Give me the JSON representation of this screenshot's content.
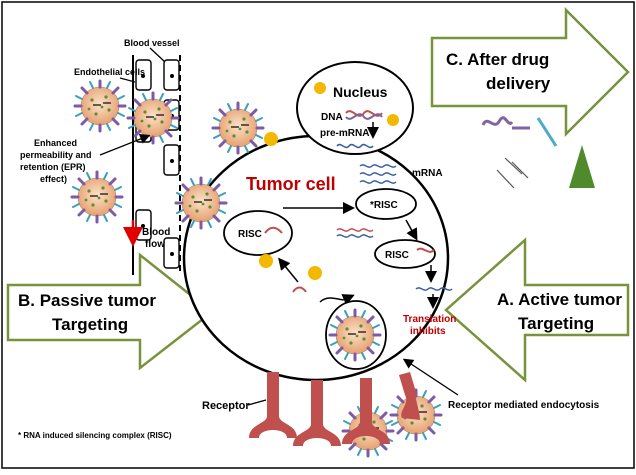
{
  "labels": {
    "blood_vessel": "Blood vessel",
    "endothelial_cells": "Endothelial cells",
    "epr_line1": "Enhanced",
    "epr_line2": "permeability and",
    "epr_line3": "retention (EPR)",
    "epr_line4": "effect)",
    "blood_flow_line1": "Blood",
    "blood_flow_line2": "flow",
    "nucleus": "Nucleus",
    "dna": "DNA",
    "pre_mrna": "pre-mRNA",
    "tumor_cell": "Tumor cell",
    "mrna": "mRNA",
    "risc_active": "*RISC",
    "risc_left": "RISC",
    "risc_right": "RISC",
    "translation_line1": "Translation",
    "translation_line2": "inhibits",
    "receptor": "Receptor",
    "receptor_endocytosis": "Receptor mediated endocytosis",
    "footnote": "* RNA induced silencing complex (RISC)"
  },
  "arrows": {
    "passive_line1": "B. Passive tumor",
    "passive_line2": "Targeting",
    "active_line1": "A. Active tumor",
    "active_line2": "Targeting",
    "after_line1": "C. After drug",
    "after_line2": "delivery"
  },
  "colors": {
    "arrow_outline": "#77933c",
    "receptor": "#c0504d",
    "particle_core": "#f4c8a0",
    "particle_ring": "#9b6fb0",
    "gold": "#f5b800",
    "red_text": "#c00000",
    "fragment_green": "#4f8a2d",
    "fragment_purple": "#8064a2",
    "fragment_cyan": "#4bacc6"
  },
  "icons": [
    "nanoparticle-icon",
    "gold-nanoparticle-icon",
    "receptor-icon",
    "sirna-icon",
    "dna-helix-icon"
  ]
}
